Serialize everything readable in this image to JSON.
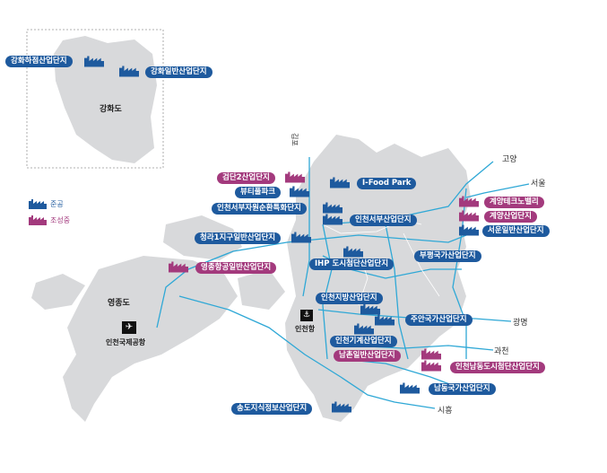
{
  "colors": {
    "completed": "#1e5a9e",
    "under_construction": "#a33a7d",
    "land": "#d8d9db",
    "road": "#2fa8d6"
  },
  "legend": {
    "completed": "준공",
    "under_construction": "조성중"
  },
  "regions": {
    "ganghwa": "강화도",
    "yeongjong": "영종도"
  },
  "landmarks": {
    "airport": "인천국제공항",
    "port": "인천항"
  },
  "directions": {
    "gimpo": "김포",
    "goyang": "고양",
    "seoul": "서울",
    "gwangmyeong": "광명",
    "gwacheon": "과천",
    "siheung": "시흥"
  },
  "complexes": [
    {
      "name": "강화하점산업단지",
      "status": "completed"
    },
    {
      "name": "강화일반산업단지",
      "status": "completed"
    },
    {
      "name": "검단2산업단지",
      "status": "under_construction"
    },
    {
      "name": "뷰티풀파크",
      "status": "completed"
    },
    {
      "name": "인천서부자원순환특화단지",
      "status": "completed"
    },
    {
      "name": "I-Food Park",
      "status": "completed"
    },
    {
      "name": "인천서부산업단지",
      "status": "completed"
    },
    {
      "name": "청라1지구일반산업단지",
      "status": "completed"
    },
    {
      "name": "영종항공일반산업단지",
      "status": "under_construction"
    },
    {
      "name": "IHP 도시첨단산업단지",
      "status": "completed"
    },
    {
      "name": "부평국가산업단지",
      "status": "completed"
    },
    {
      "name": "계양테크노밸리",
      "status": "under_construction"
    },
    {
      "name": "계양산업단지",
      "status": "under_construction"
    },
    {
      "name": "서운일반산업단지",
      "status": "completed"
    },
    {
      "name": "인천지방산업단지",
      "status": "completed"
    },
    {
      "name": "주안국가산업단지",
      "status": "completed"
    },
    {
      "name": "인천기계산업단지",
      "status": "completed"
    },
    {
      "name": "남촌일반산업단지",
      "status": "under_construction"
    },
    {
      "name": "인천남동도시첨단산업단지",
      "status": "under_construction"
    },
    {
      "name": "남동국가산업단지",
      "status": "completed"
    },
    {
      "name": "송도지식정보산업단지",
      "status": "completed"
    }
  ]
}
